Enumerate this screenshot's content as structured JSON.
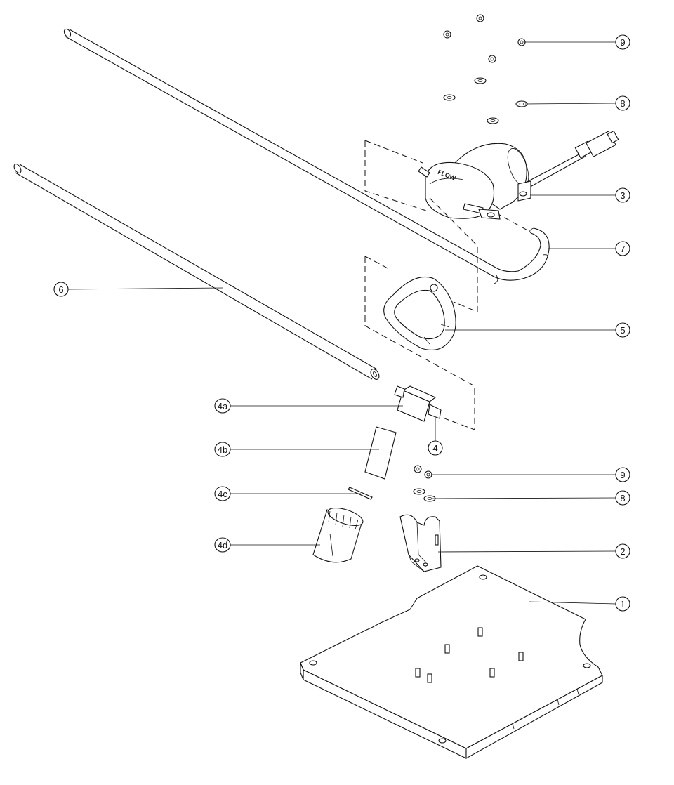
{
  "diagram": {
    "type": "exploded-parts-view",
    "callouts": [
      {
        "id": "c9a",
        "label": "9"
      },
      {
        "id": "c8a",
        "label": "8"
      },
      {
        "id": "c3",
        "label": "3"
      },
      {
        "id": "c7",
        "label": "7"
      },
      {
        "id": "c6",
        "label": "6"
      },
      {
        "id": "c5",
        "label": "5"
      },
      {
        "id": "c4a",
        "label": "4a"
      },
      {
        "id": "c4",
        "label": "4"
      },
      {
        "id": "c4b",
        "label": "4b"
      },
      {
        "id": "c9b",
        "label": "9"
      },
      {
        "id": "c4c",
        "label": "4c"
      },
      {
        "id": "c8b",
        "label": "8"
      },
      {
        "id": "c4d",
        "label": "4d"
      },
      {
        "id": "c2",
        "label": "2"
      },
      {
        "id": "c1",
        "label": "1"
      }
    ],
    "pump_housing_marking": "FLOW"
  }
}
